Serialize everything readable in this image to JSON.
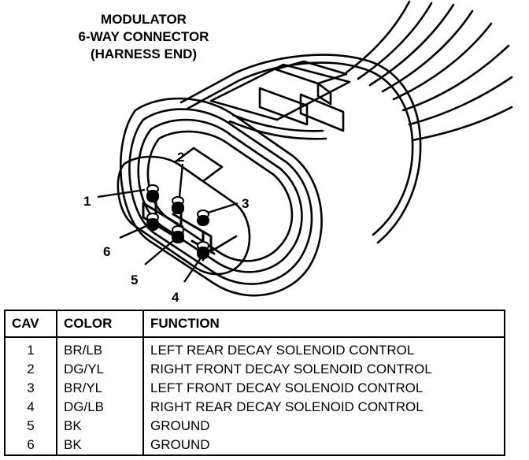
{
  "title": {
    "line1": "MODULATOR",
    "line2": "6-WAY CONNECTOR",
    "line3": "(HARNESS END)"
  },
  "pin_callouts": [
    "1",
    "2",
    "3",
    "4",
    "5",
    "6"
  ],
  "table": {
    "headers": {
      "cav": "CAV",
      "color": "COLOR",
      "function": "FUNCTION"
    },
    "rows": [
      {
        "cav": "1",
        "color": "BR/LB",
        "function": "LEFT REAR DECAY SOLENOID CONTROL"
      },
      {
        "cav": "2",
        "color": "DG/YL",
        "function": "RIGHT FRONT DECAY SOLENOID CONTROL"
      },
      {
        "cav": "3",
        "color": "BR/YL",
        "function": "LEFT FRONT DECAY SOLENOID CONTROL"
      },
      {
        "cav": "4",
        "color": "DG/LB",
        "function": "RIGHT REAR DECAY SOLENOID CONTROL"
      },
      {
        "cav": "5",
        "color": "BK",
        "function": "GROUND"
      },
      {
        "cav": "6",
        "color": "BK",
        "function": "GROUND"
      }
    ]
  }
}
